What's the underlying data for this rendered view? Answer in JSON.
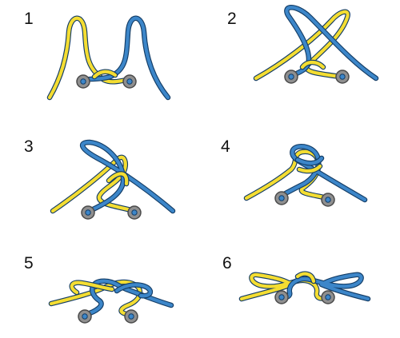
{
  "colors": {
    "yellow": "#f4dd32",
    "blue": "#3c86c9",
    "outline": "#143d66",
    "eyelet_fill": "#8f8f8f",
    "eyelet_ring": "#4a4a4a"
  },
  "steps": [
    {
      "number": "1"
    },
    {
      "number": "2"
    },
    {
      "number": "3"
    },
    {
      "number": "4"
    },
    {
      "number": "5"
    },
    {
      "number": "6"
    }
  ]
}
